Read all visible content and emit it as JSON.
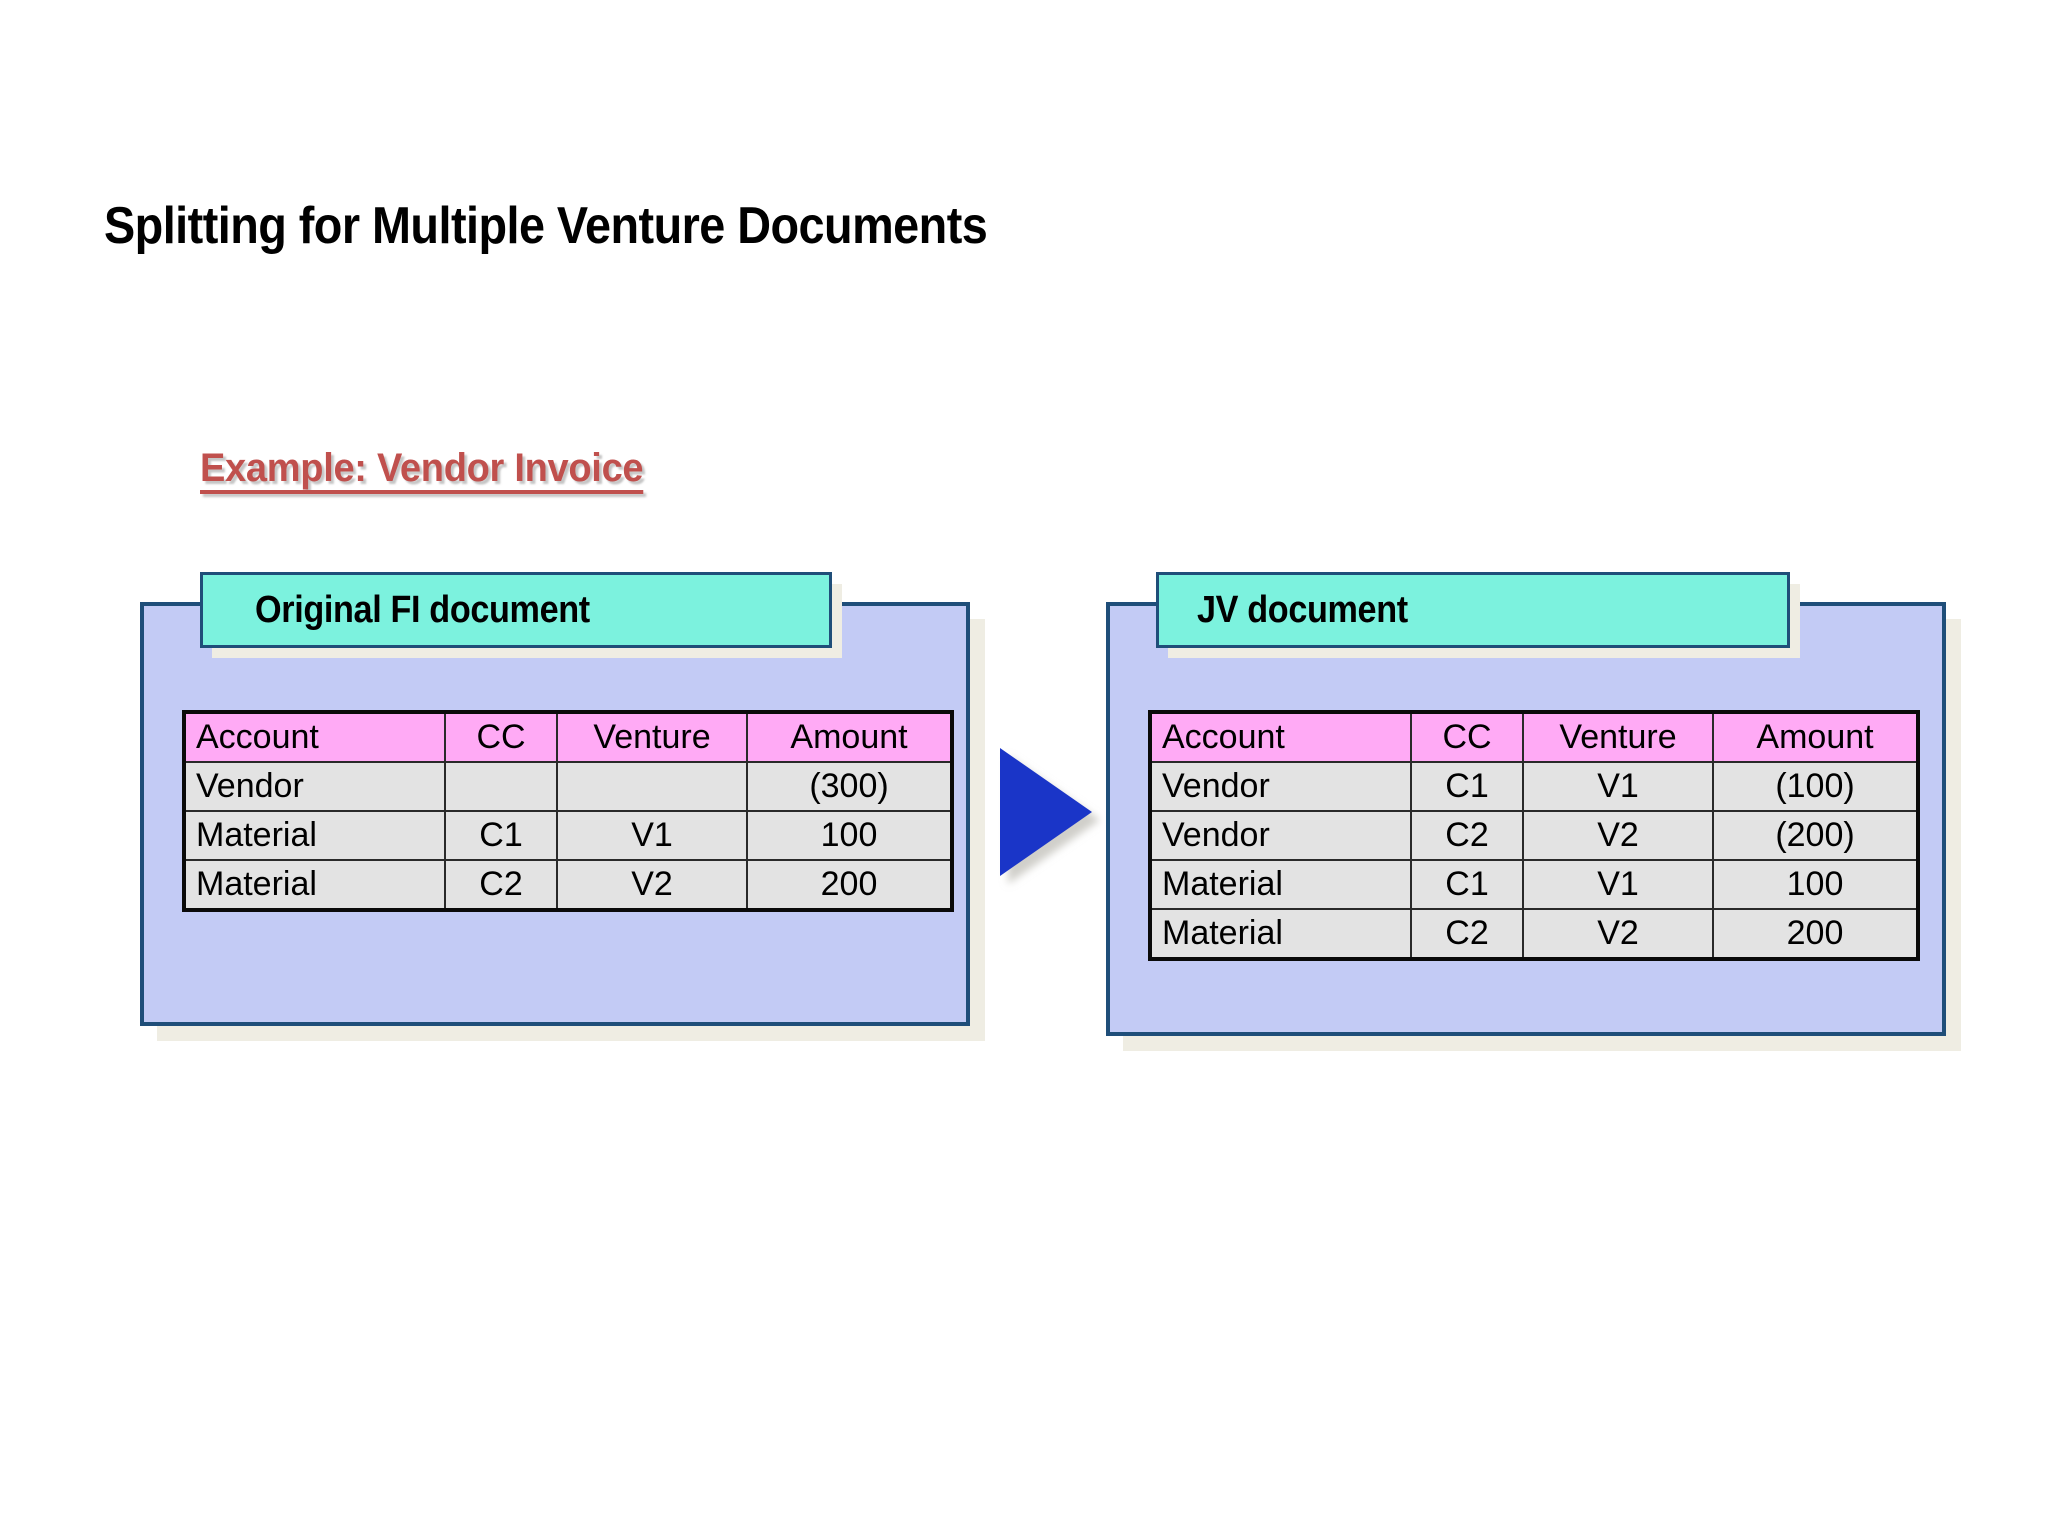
{
  "slide": {
    "title": "Splitting for Multiple Venture Documents",
    "example_heading": "Example: Vendor Invoice"
  },
  "colors": {
    "panel_fill": "#C3CBF5",
    "panel_border": "#1F4E79",
    "banner_fill": "#7CF2DE",
    "table_header_fill": "#FFAAF5",
    "table_row_fill": "#E3E3E3",
    "arrow_fill": "#1A35C8",
    "heading_accent": "#C0504D",
    "shadow": "#EFEDE3"
  },
  "arrow": {
    "name": "split-arrow",
    "direction": "right"
  },
  "panels": [
    {
      "id": "left",
      "banner_label": "Original FI document",
      "table": {
        "columns": [
          "Account",
          "CC",
          "Venture",
          "Amount"
        ],
        "rows": [
          [
            "Vendor",
            "",
            "",
            "(300)"
          ],
          [
            "Material",
            "C1",
            "V1",
            "100"
          ],
          [
            "Material",
            "C2",
            "V2",
            "200"
          ]
        ]
      }
    },
    {
      "id": "right",
      "banner_label": "JV document",
      "table": {
        "columns": [
          "Account",
          "CC",
          "Venture",
          "Amount"
        ],
        "rows": [
          [
            "Vendor",
            "C1",
            "V1",
            "(100)"
          ],
          [
            "Vendor",
            "C2",
            "V2",
            "(200)"
          ],
          [
            "Material",
            "C1",
            "V1",
            "100"
          ],
          [
            "Material",
            "C2",
            "V2",
            "200"
          ]
        ]
      }
    }
  ]
}
